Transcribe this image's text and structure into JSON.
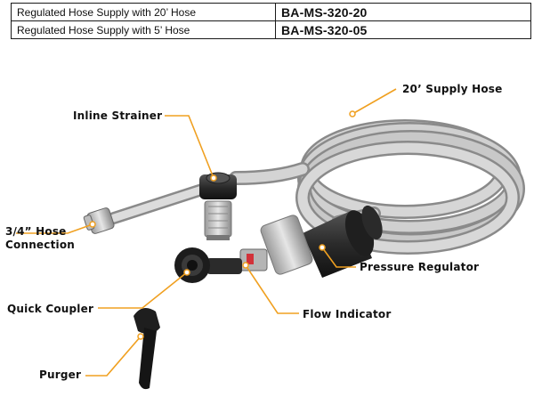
{
  "products": [
    {
      "description": "Regulated Hose Supply with 20’ Hose",
      "part_number": "BA-MS-320-20"
    },
    {
      "description": "Regulated Hose Supply with 5’ Hose",
      "part_number": "BA-MS-320-05"
    }
  ],
  "callouts": {
    "supply_hose": "20’ Supply Hose",
    "inline_strainer": "Inline Strainer",
    "hose_connection_line1": "3/4” Hose",
    "hose_connection_line2": "Connection",
    "pressure_regulator": "Pressure Regulator",
    "quick_coupler": "Quick Coupler",
    "flow_indicator": "Flow Indicator",
    "purger": "Purger"
  },
  "colors": {
    "leader_line": "#f0a020",
    "hose": "#c9c9c9",
    "body_dark": "#2a2a2a"
  }
}
